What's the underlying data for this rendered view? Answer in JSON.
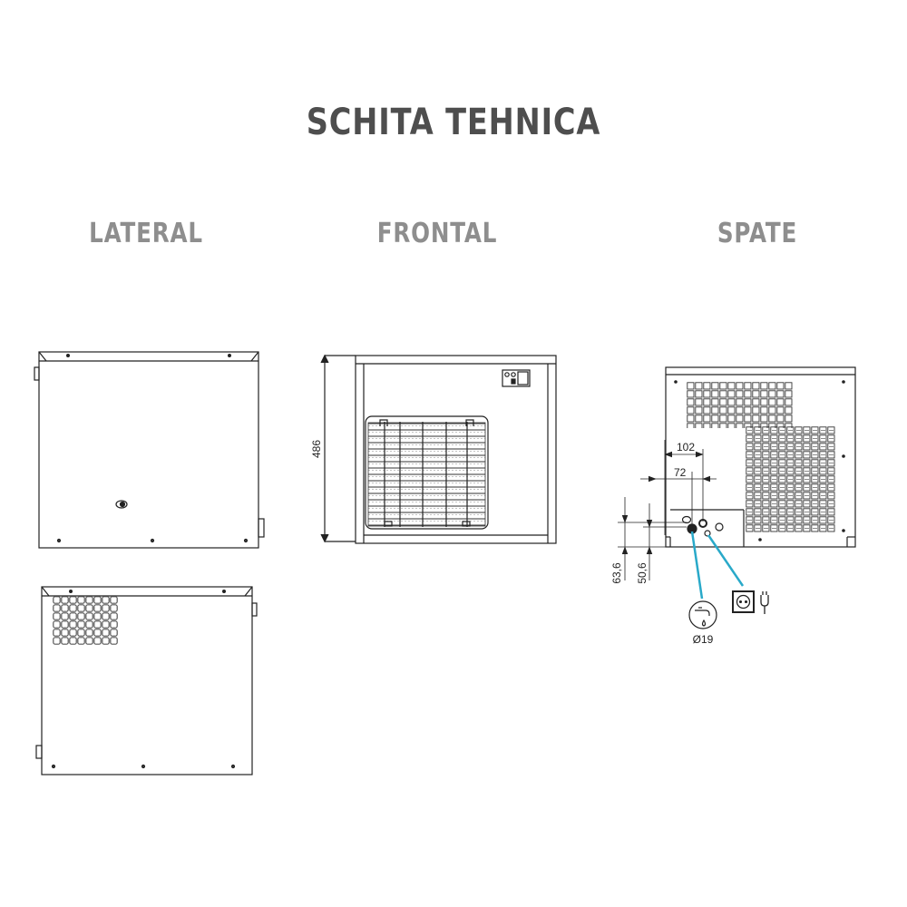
{
  "title": "SCHITA TEHNICA",
  "views": {
    "lateral": {
      "label": "LATERAL"
    },
    "frontal": {
      "label": "FRONTAL",
      "height_dimension": "486"
    },
    "spate": {
      "label": "SPATE",
      "dimensions": {
        "horizontal_1": "102",
        "horizontal_2": "72",
        "vertical_1": "63,6",
        "vertical_2": "50,6"
      },
      "callouts": {
        "water_inlet_label": "Ø19",
        "water_icon": "water-tap-icon",
        "power_icon": "power-socket-plug-icon"
      },
      "accent_color": "#29a9c9"
    }
  },
  "colors": {
    "title": "#4e4e4e",
    "labels": "#8e8e8e",
    "lines": "#222222"
  }
}
